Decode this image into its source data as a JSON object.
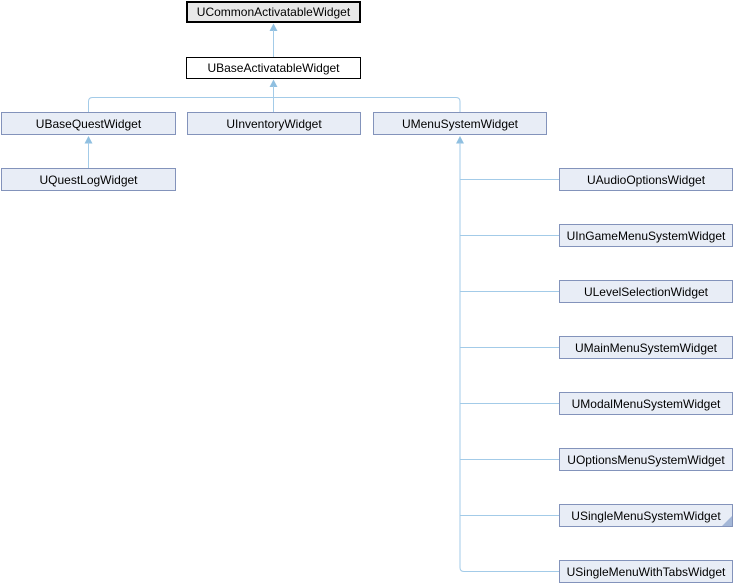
{
  "diagram": {
    "type": "class-inheritance-graph",
    "colors": {
      "background": "#ffffff",
      "root_node_fill": "#e8e8e8",
      "root_node_border": "#000000",
      "plain_node_fill": "#ffffff",
      "plain_node_border": "#000000",
      "class_node_fill": "#e8edf6",
      "class_node_border": "#8393bb",
      "edge_line": "#a3cbe8",
      "edge_arrow": "#8fbfe0",
      "derived_marker": "#a4b7d7",
      "text": "#000000"
    },
    "nodes": {
      "common": {
        "label": "UCommonActivatableWidget"
      },
      "baseActivatable": {
        "label": "UBaseActivatableWidget"
      },
      "baseQuest": {
        "label": "UBaseQuestWidget"
      },
      "inventory": {
        "label": "UInventoryWidget"
      },
      "menuSystem": {
        "label": "UMenuSystemWidget"
      },
      "questLog": {
        "label": "UQuestLogWidget"
      },
      "audioOptions": {
        "label": "UAudioOptionsWidget"
      },
      "inGameMenu": {
        "label": "UInGameMenuSystemWidget"
      },
      "levelSelection": {
        "label": "ULevelSelectionWidget"
      },
      "mainMenu": {
        "label": "UMainMenuSystemWidget"
      },
      "modalMenu": {
        "label": "UModalMenuSystemWidget"
      },
      "optionsMenu": {
        "label": "UOptionsMenuSystemWidget"
      },
      "singleMenu": {
        "label": "USingleMenuSystemWidget",
        "has_hidden_subclasses": true
      },
      "singleMenuTabs": {
        "label": "USingleMenuWithTabsWidget"
      }
    },
    "relationships": [
      {
        "child": "UBaseActivatableWidget",
        "parent": "UCommonActivatableWidget"
      },
      {
        "child": "UBaseQuestWidget",
        "parent": "UBaseActivatableWidget"
      },
      {
        "child": "UInventoryWidget",
        "parent": "UBaseActivatableWidget"
      },
      {
        "child": "UMenuSystemWidget",
        "parent": "UBaseActivatableWidget"
      },
      {
        "child": "UQuestLogWidget",
        "parent": "UBaseQuestWidget"
      },
      {
        "child": "UAudioOptionsWidget",
        "parent": "UMenuSystemWidget"
      },
      {
        "child": "UInGameMenuSystemWidget",
        "parent": "UMenuSystemWidget"
      },
      {
        "child": "ULevelSelectionWidget",
        "parent": "UMenuSystemWidget"
      },
      {
        "child": "UMainMenuSystemWidget",
        "parent": "UMenuSystemWidget"
      },
      {
        "child": "UModalMenuSystemWidget",
        "parent": "UMenuSystemWidget"
      },
      {
        "child": "UOptionsMenuSystemWidget",
        "parent": "UMenuSystemWidget"
      },
      {
        "child": "USingleMenuSystemWidget",
        "parent": "UMenuSystemWidget"
      },
      {
        "child": "USingleMenuWithTabsWidget",
        "parent": "UMenuSystemWidget"
      }
    ]
  }
}
